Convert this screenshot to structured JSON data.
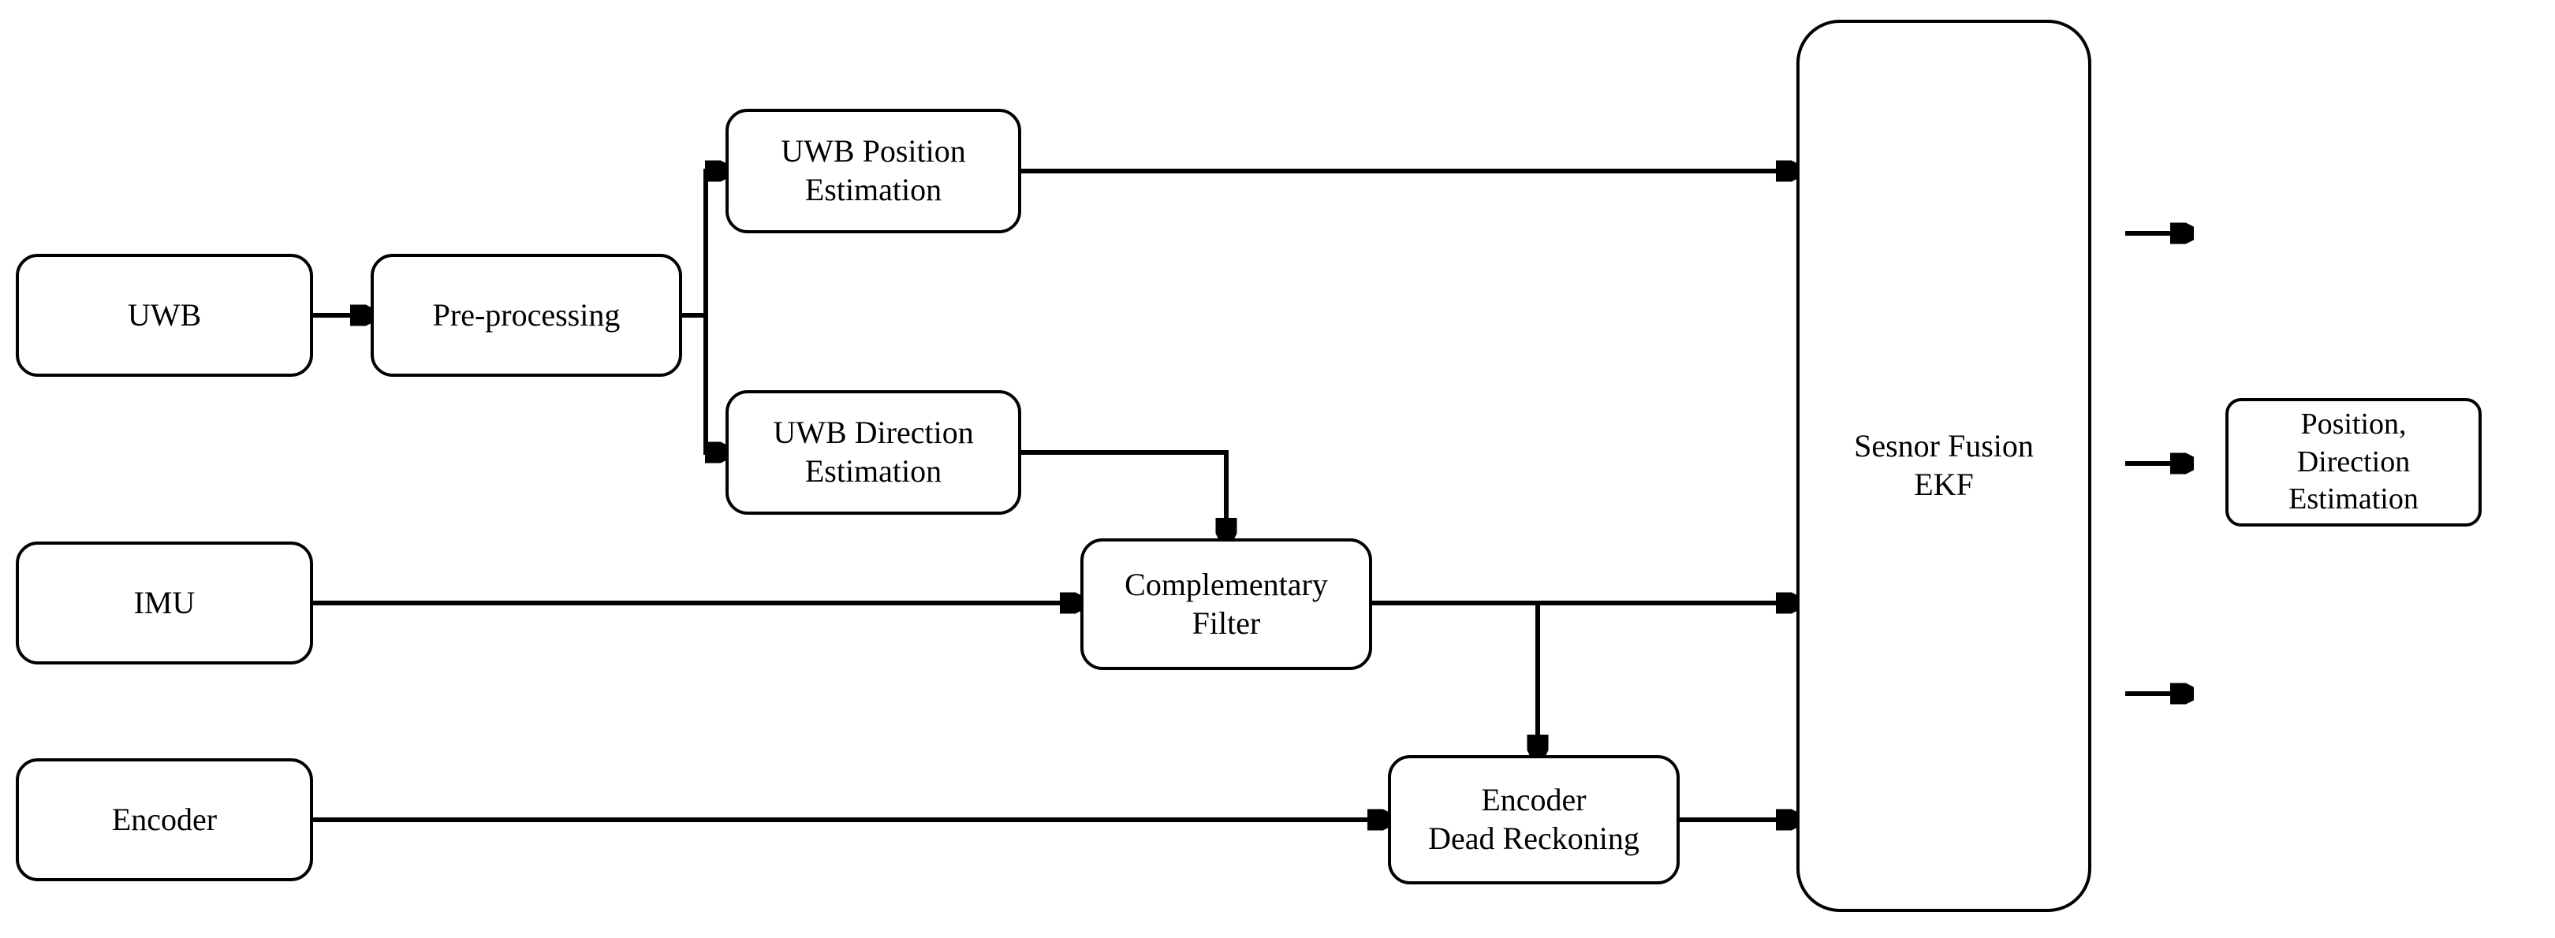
{
  "colors": {
    "line": "#000000",
    "box_border": "#000000",
    "box_fill": "#ffffff",
    "text": "#000000",
    "background": "#ffffff"
  },
  "diagram": {
    "type": "flowchart",
    "title": "UWB / IMU / Encoder sensor fusion block diagram",
    "nodes": {
      "uwb": {
        "label": "UWB"
      },
      "preprocessing": {
        "label": "Pre-processing"
      },
      "uwb_position": {
        "label": "UWB Position\nEstimation"
      },
      "uwb_direction": {
        "label": "UWB Direction\nEstimation"
      },
      "imu": {
        "label": "IMU"
      },
      "complementary_filter": {
        "label": "Complementary\nFilter"
      },
      "encoder": {
        "label": "Encoder"
      },
      "encoder_dead_reckoning": {
        "label": "Encoder\nDead Reckoning"
      },
      "sensor_fusion_ekf": {
        "label": "Sesnor Fusion\nEKF"
      },
      "output": {
        "label": "Position,\nDirection\nEstimation"
      }
    },
    "edges": [
      {
        "from": "uwb",
        "to": "preprocessing"
      },
      {
        "from": "preprocessing",
        "to": "uwb_position"
      },
      {
        "from": "preprocessing",
        "to": "uwb_direction"
      },
      {
        "from": "uwb_position",
        "to": "sensor_fusion_ekf"
      },
      {
        "from": "uwb_direction",
        "to": "complementary_filter"
      },
      {
        "from": "imu",
        "to": "complementary_filter"
      },
      {
        "from": "complementary_filter",
        "to": "sensor_fusion_ekf"
      },
      {
        "from": "complementary_filter",
        "to": "encoder_dead_reckoning"
      },
      {
        "from": "encoder",
        "to": "encoder_dead_reckoning"
      },
      {
        "from": "encoder_dead_reckoning",
        "to": "sensor_fusion_ekf"
      },
      {
        "from": "sensor_fusion_ekf",
        "to": "output"
      }
    ],
    "output_arrow_count": 3
  }
}
